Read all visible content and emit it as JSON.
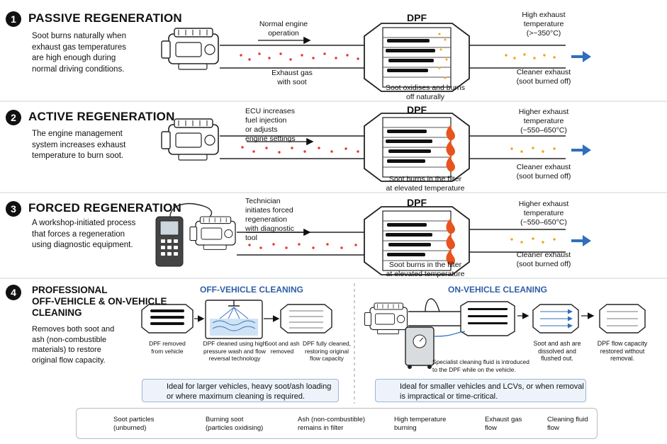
{
  "sections": [
    {
      "num": "1",
      "title": "PASSIVE REGENERATION",
      "desc": [
        "Soot burns naturally when",
        "exhaust gas temperatures",
        "are high enough during",
        "normal driving conditions."
      ],
      "dpf": "DPF",
      "arrow_label": [
        "Normal engine",
        "operation"
      ],
      "below_pipe": [
        "Exhaust gas",
        "with soot"
      ],
      "below_dpf": [
        "Soot oxidises and burns",
        "off naturally"
      ],
      "temp": [
        "High exhaust",
        "temperature",
        "(>~350°C)"
      ],
      "out": [
        "Cleaner exhaust",
        "(soot burned off)"
      ]
    },
    {
      "num": "2",
      "title": "ACTIVE REGENERATION",
      "desc": [
        "The engine management",
        "system increases exhaust",
        "temperature to burn soot."
      ],
      "dpf": "DPF",
      "arrow_label": [
        "ECU increases",
        "fuel injection",
        "or adjusts",
        "engine settings"
      ],
      "below_dpf": [
        "Soot burns in the filter",
        "at elevated temperature"
      ],
      "temp": [
        "Higher exhaust",
        "temperature",
        "(~550–650°C)"
      ],
      "out": [
        "Cleaner exhaust",
        "(soot burned off)"
      ]
    },
    {
      "num": "3",
      "title": "FORCED REGENERATION",
      "desc": [
        "A workshop-initiated process",
        "that forces a regeneration",
        "using diagnostic equipment."
      ],
      "dpf": "DPF",
      "arrow_label": [
        "Technician",
        "initiates forced",
        "regeneration",
        "with diagnostic",
        "tool"
      ],
      "below_dpf": [
        "Soot burns in the filter",
        "at elevated temperature"
      ],
      "temp": [
        "Higher exhaust",
        "temperature",
        "(~550–650°C)"
      ],
      "out": [
        "Cleaner exhaust",
        "(soot burned off)"
      ]
    }
  ],
  "section4": {
    "num": "4",
    "title": [
      "PROFESSIONAL",
      "OFF-VEHICLE & ON-VEHICLE",
      "CLEANING"
    ],
    "desc": [
      "Removes both soot and",
      "ash (non-combustible",
      "materials) to restore",
      "original flow capacity."
    ],
    "off": {
      "heading": "OFF-VEHICLE CLEANING",
      "steps": [
        [
          "DPF removed",
          "from vehicle"
        ],
        [
          "DPF cleaned using high",
          "pressure wash and flow",
          "reversal technology"
        ],
        [
          "Soot and ash",
          "removed"
        ],
        [
          "DPF fully cleaned,",
          "restoring original",
          "flow capacity"
        ]
      ],
      "note": [
        "Ideal for larger vehicles, heavy soot/ash loading",
        "or where maximum cleaning is required."
      ]
    },
    "on": {
      "heading": "ON-VEHICLE CLEANING",
      "fluid": [
        "Specialist cleaning fluid is introduced",
        "to the DPF while on the vehicle."
      ],
      "steps": [
        [
          "Soot and ash are",
          "dissolved and",
          "flushed out."
        ],
        [
          "DPF flow capacity",
          "restored without",
          "removal."
        ]
      ],
      "note": [
        "Ideal for smaller vehicles and LCVs, or when removal",
        "is impractical or time-critical."
      ]
    }
  },
  "legend": [
    {
      "icon": "soot-dots-icon",
      "label": [
        "Soot particles",
        "(unburned)"
      ],
      "color": "#e03a2f"
    },
    {
      "icon": "burning-dots-icon",
      "label": [
        "Burning soot",
        "(particles oxidising)"
      ],
      "color": "#f3a21b"
    },
    {
      "icon": "ash-dots-icon",
      "label": [
        "Ash (non-combustible)",
        "remains in filter"
      ],
      "color": "#111111"
    },
    {
      "icon": "flame-icon",
      "label": [
        "High temperature",
        "burning"
      ],
      "color": "#e8531e"
    },
    {
      "icon": "blue-arrow-icon",
      "label": [
        "Exhaust gas",
        "flow"
      ],
      "color": "#2f6fbd"
    },
    {
      "icon": "thin-arrow-icon",
      "label": [
        "Cleaning fluid",
        "flow"
      ],
      "color": "#2f6fbd"
    }
  ],
  "colors": {
    "soot": "#e03a2f",
    "burning": "#f3a21b",
    "flow": "#2f6fbd",
    "heading": "#2f5ea8"
  }
}
